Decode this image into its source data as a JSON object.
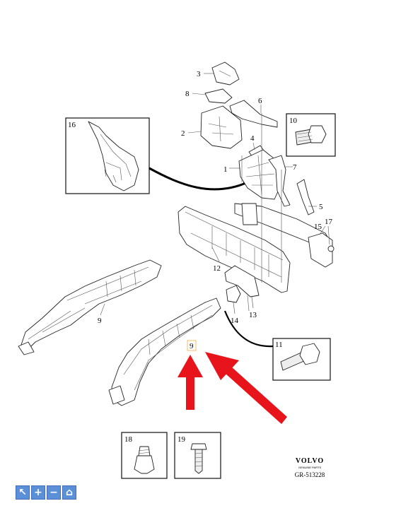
{
  "callouts": [
    "1",
    "2",
    "3",
    "4",
    "5",
    "6",
    "7",
    "8",
    "9",
    "9",
    "10",
    "11",
    "12",
    "13",
    "14",
    "15",
    "16",
    "17",
    "18",
    "19"
  ],
  "brand": {
    "name": "VOLVO",
    "sub": "GENUINE PARTS",
    "reference": "GR-513228"
  },
  "colors": {
    "arrow": "#e8141c",
    "highlight_box": "#f0b040",
    "toolbar": "#5b8fd8"
  },
  "toolbar": {
    "icons": [
      "pointer-icon",
      "zoom-in-icon",
      "zoom-out-icon",
      "home-icon"
    ],
    "glyphs": [
      "↖",
      "+",
      "−",
      "⌂"
    ]
  }
}
